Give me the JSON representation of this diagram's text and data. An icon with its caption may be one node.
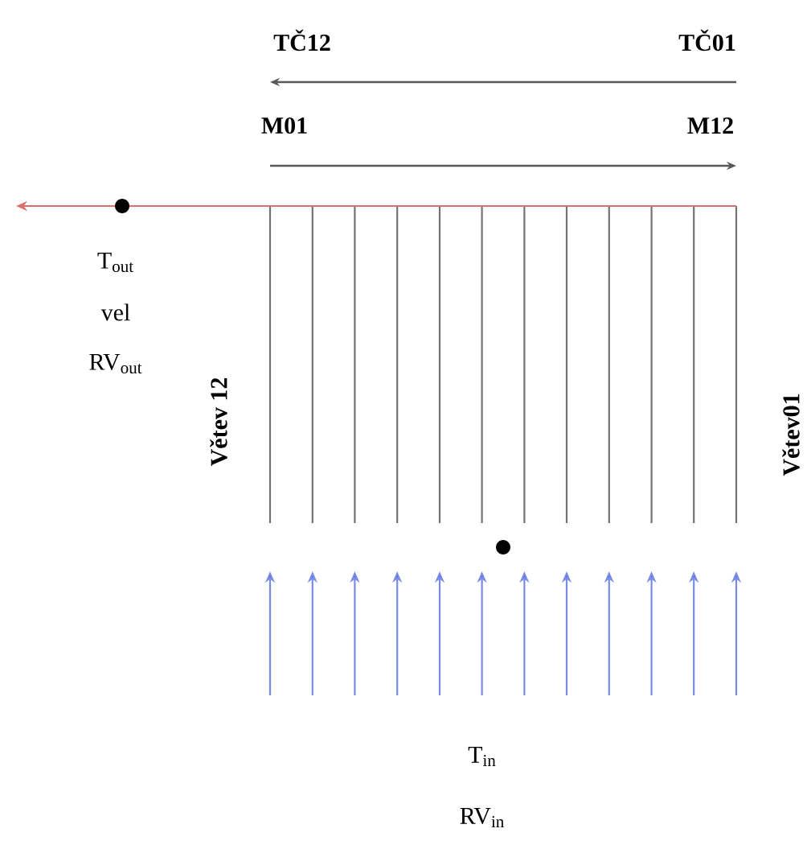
{
  "diagram": {
    "labels": [
      "TČ12",
      "TČ01",
      "M01",
      "M12",
      "T$_{out}$",
      "vel",
      "RV$_{out}$",
      "Větev 12",
      "Větev01",
      "T$_{in}$",
      "RV$_{in}$"
    ]
  }
}
